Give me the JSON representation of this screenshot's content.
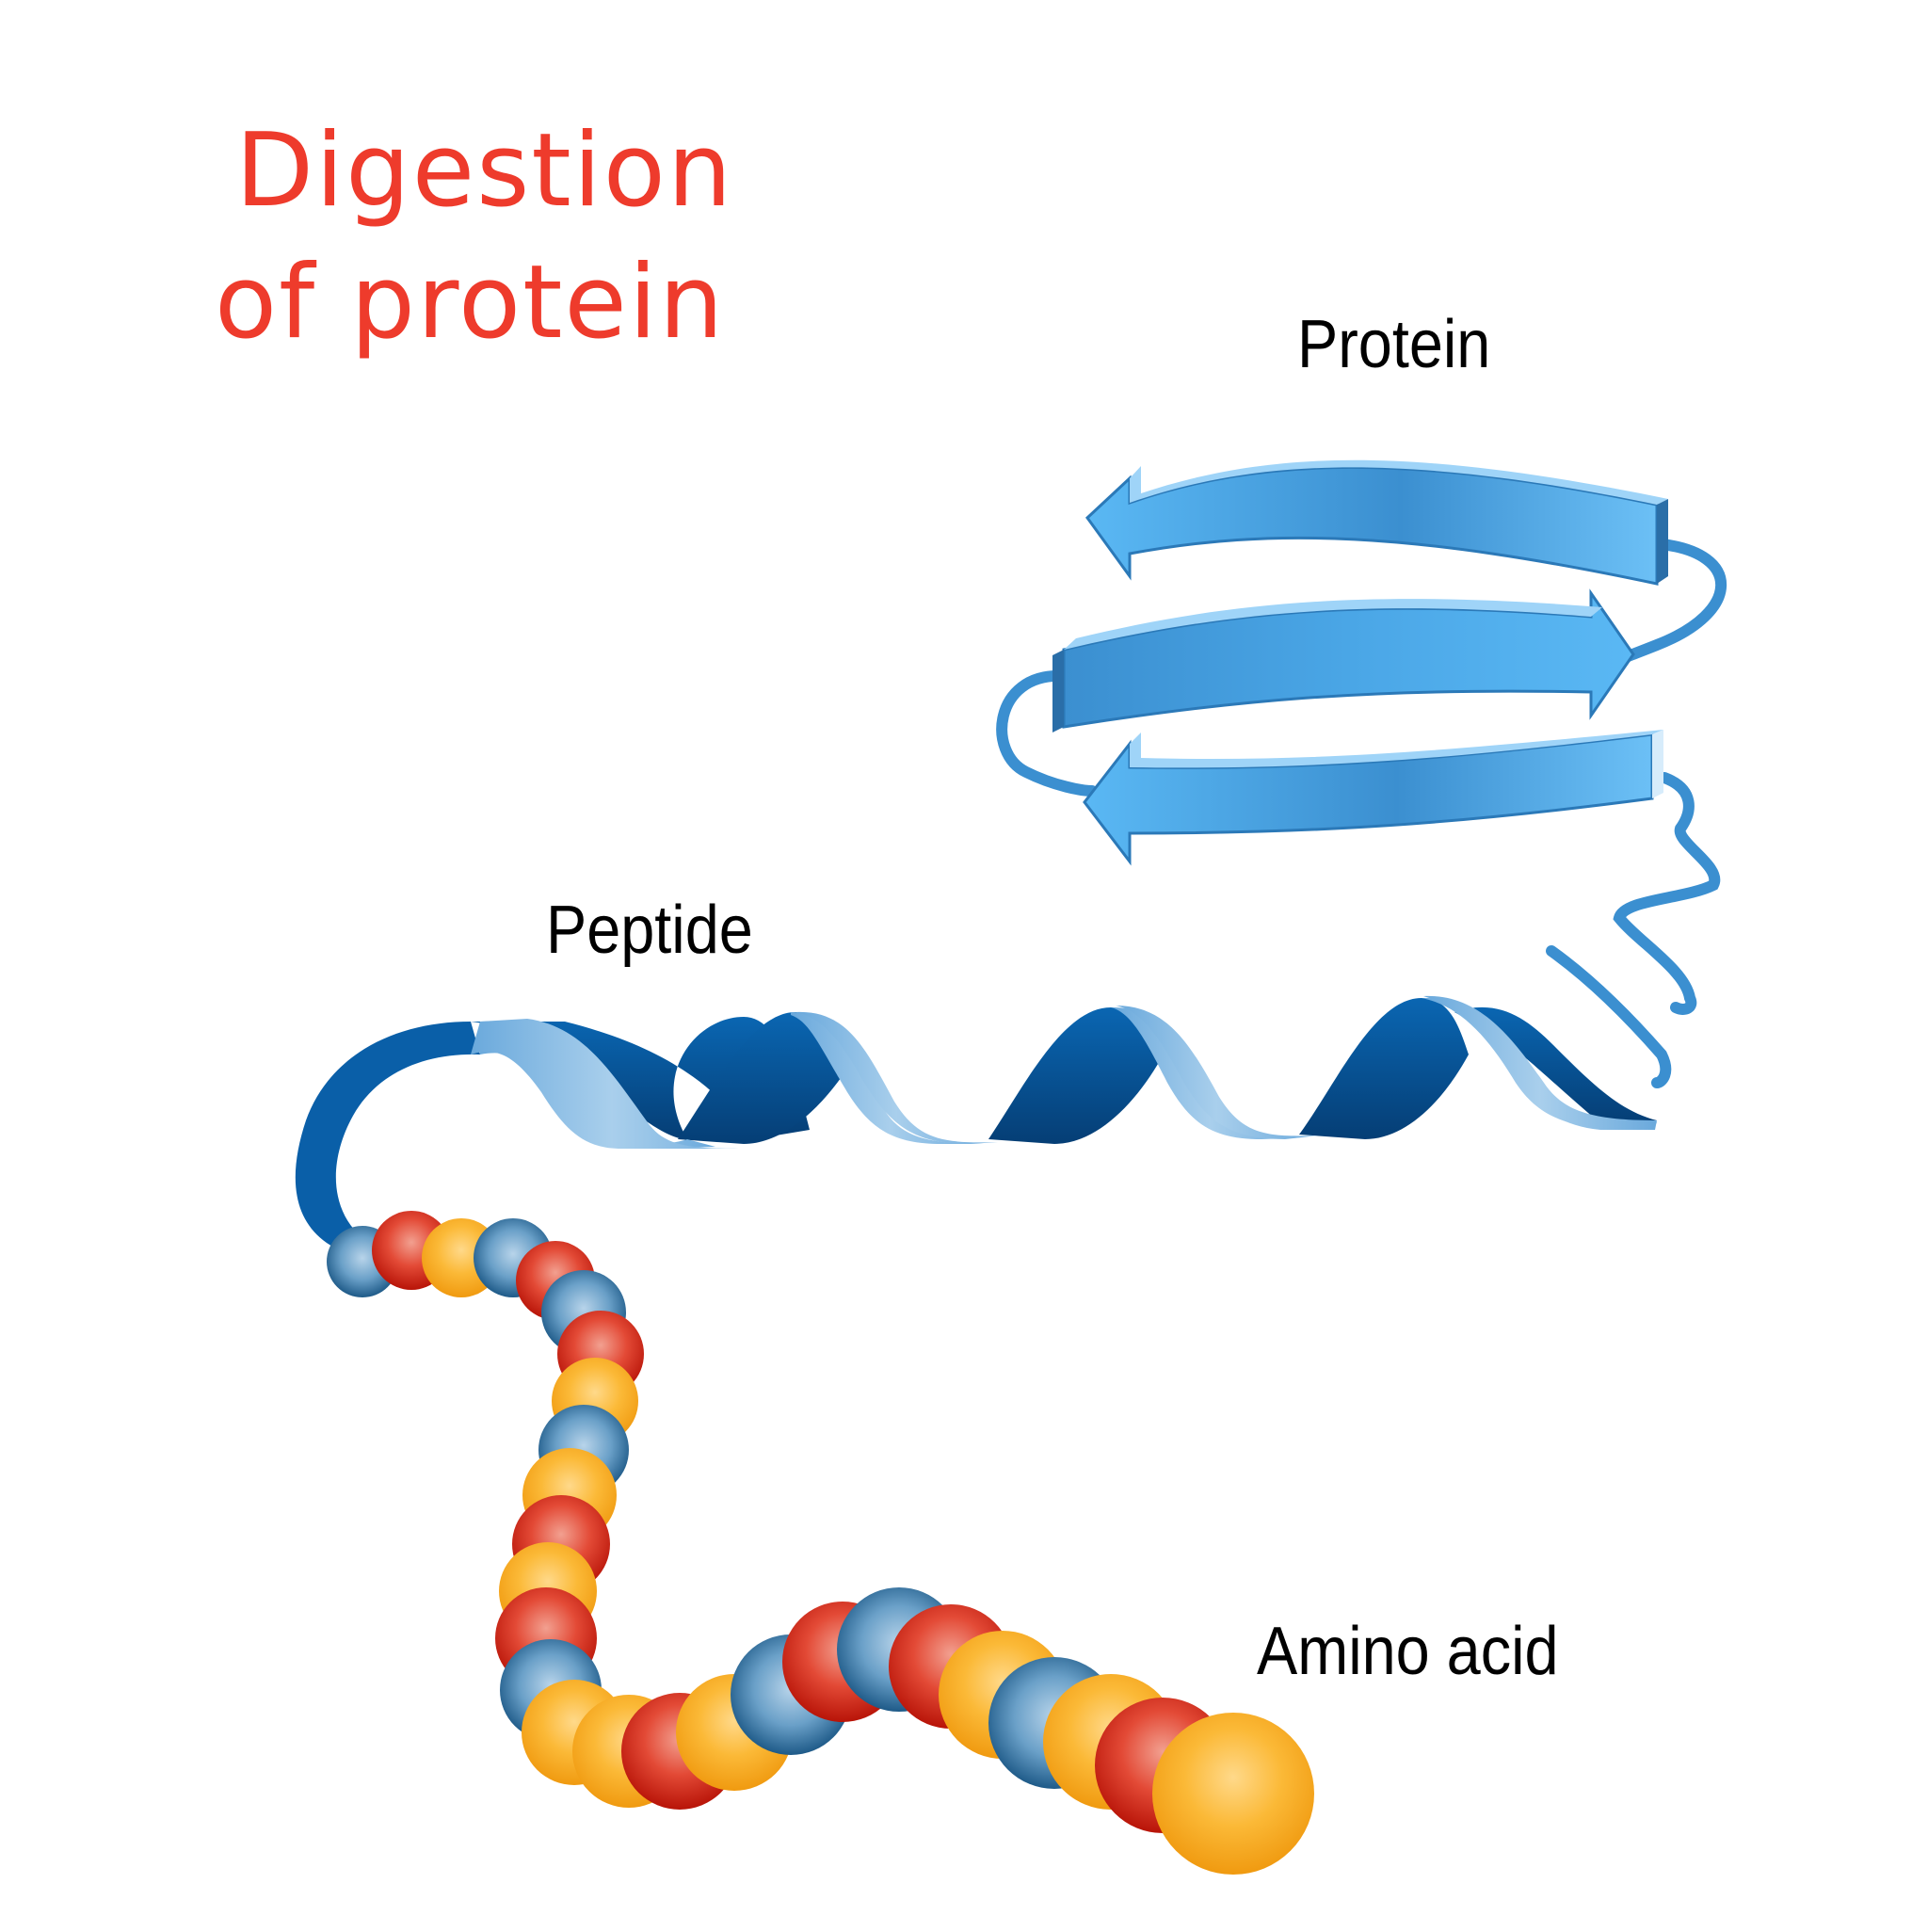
{
  "title": {
    "line1": "Digestion",
    "line2": "of protein"
  },
  "labels": {
    "protein": "Protein",
    "peptide": "Peptide",
    "amino_acid": "Amino acid"
  },
  "colors": {
    "title": "#ee3b2c",
    "sheet_light": "#5ab8f4",
    "sheet_dark": "#3b8fd0",
    "helix_light": "#9cc6e8",
    "helix_dark": "#0a66b2",
    "bead_blue": "#2f6f9f",
    "bead_red": "#d92a1e",
    "bead_yellow": "#f8a91a"
  },
  "amino_chain": [
    "blue",
    "red",
    "yellow",
    "blue",
    "red",
    "blue",
    "red",
    "yellow",
    "blue",
    "yellow",
    "red",
    "yellow",
    "red",
    "blue",
    "yellow",
    "yellow",
    "red",
    "yellow",
    "blue",
    "red",
    "blue",
    "red",
    "yellow",
    "blue",
    "yellow",
    "red",
    "yellow"
  ]
}
